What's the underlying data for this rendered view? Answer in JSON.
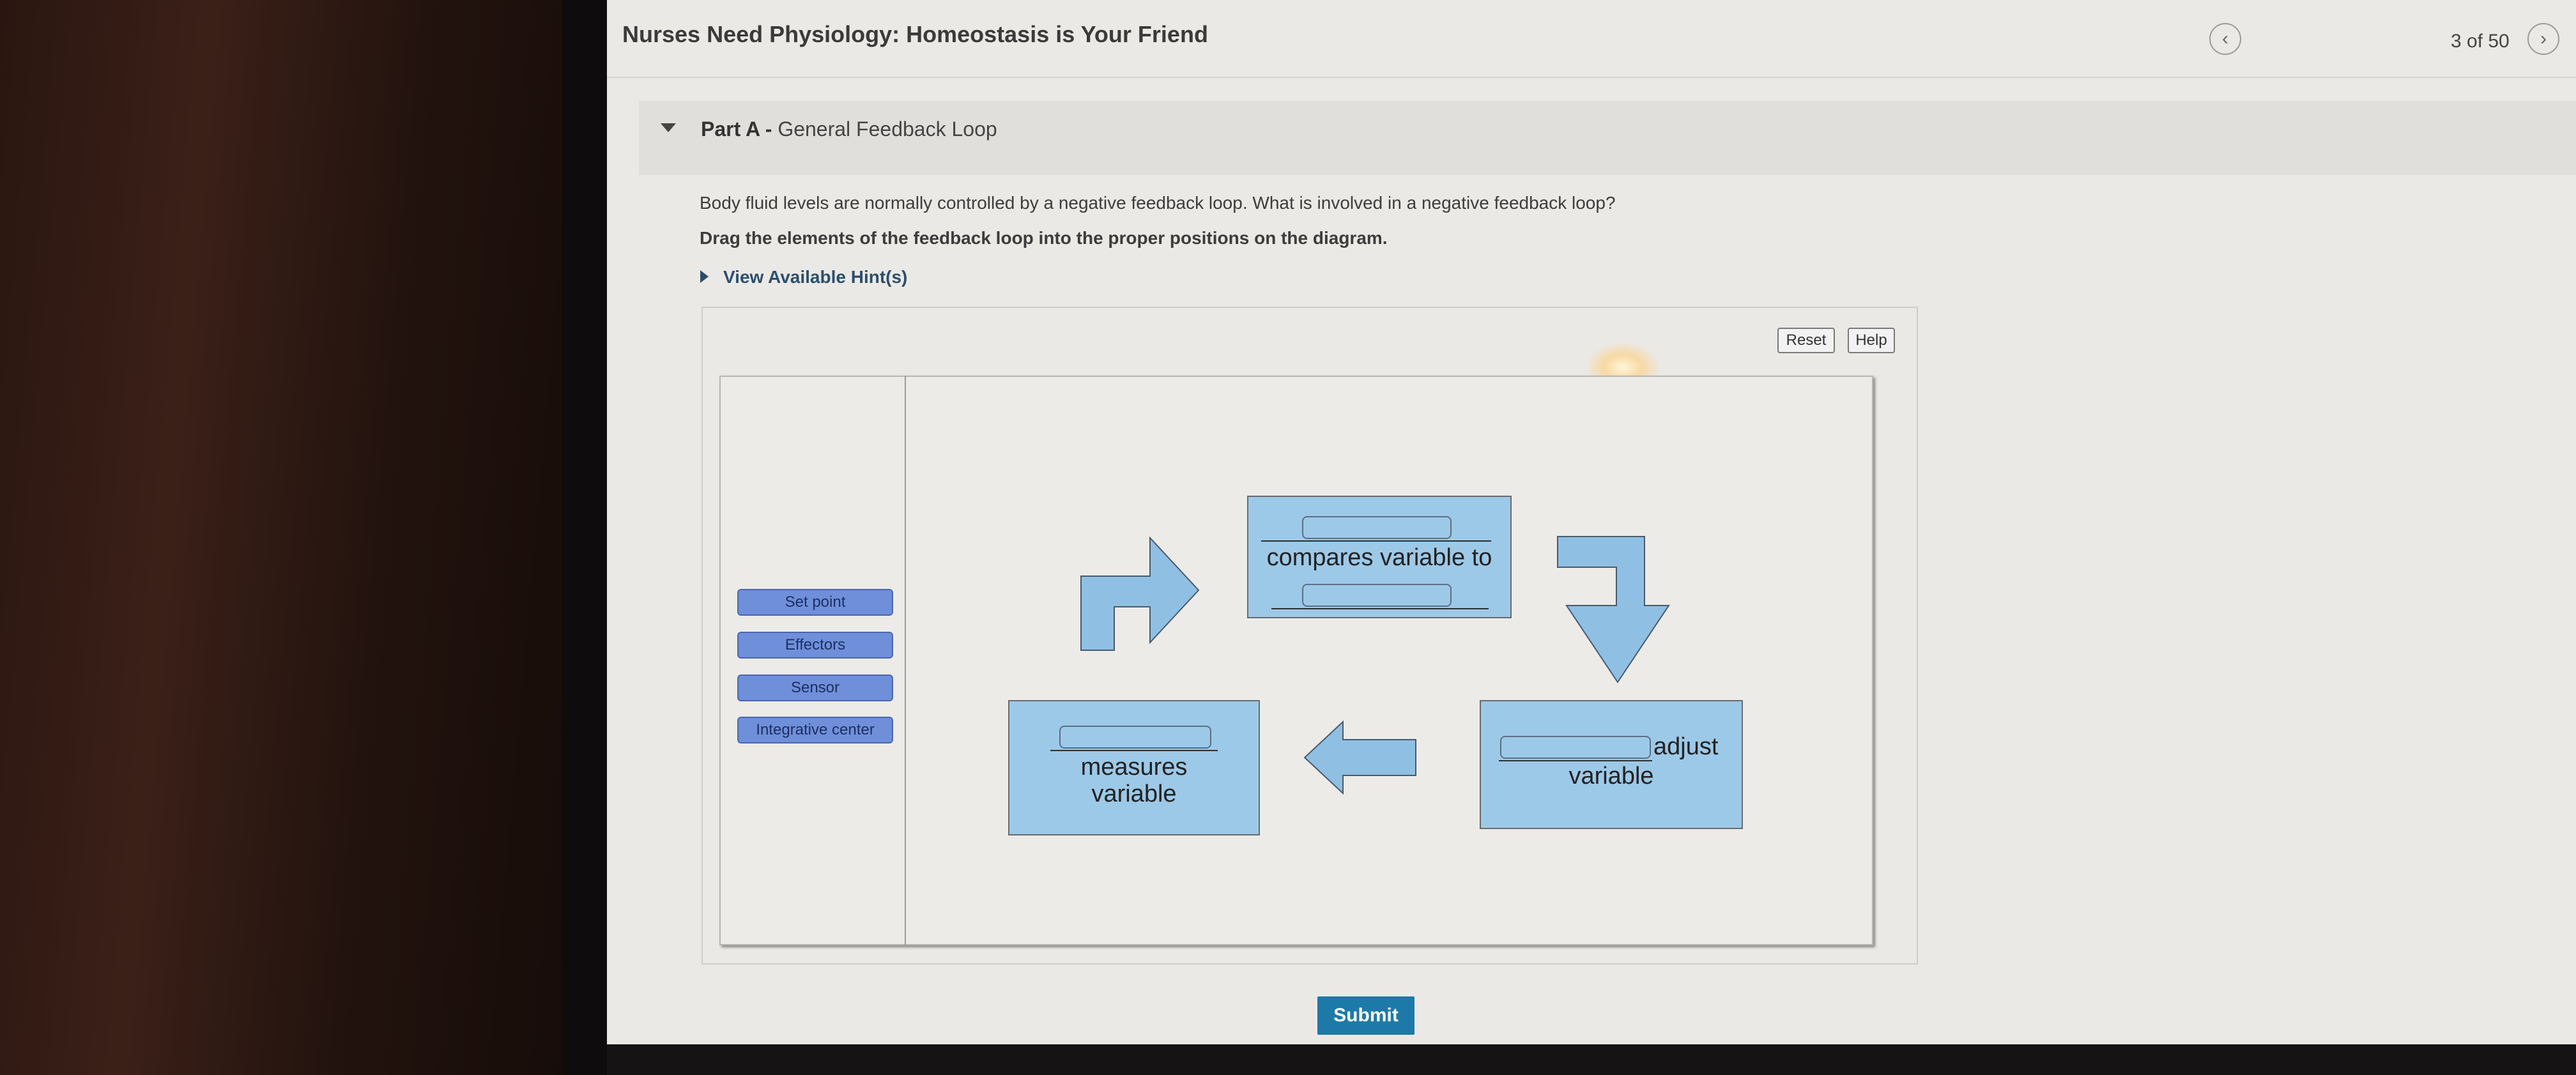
{
  "header": {
    "title": "Nurses Need Physiology: Homeostasis is Your Friend",
    "page_count": "3 of 50",
    "prev_icon": "chevron-left-icon",
    "next_icon": "chevron-right-icon"
  },
  "part": {
    "label": "Part A -",
    "name": "General Feedback Loop"
  },
  "question": {
    "text": "Body fluid levels are normally controlled by a negative feedback loop. What is involved in a negative feedback loop?",
    "instruction": "Drag the elements of the feedback loop into the proper positions on the diagram.",
    "hint_label": "View Available Hint(s)"
  },
  "toolbar": {
    "reset_label": "Reset",
    "help_label": "Help"
  },
  "labels": [
    "Set point",
    "Effectors",
    "Sensor",
    "Integrative center"
  ],
  "diagram": {
    "top_box_text": "compares variable to",
    "right_box_text_1": "adjust",
    "right_box_text_2": "variable",
    "left_box_text_1": "measures",
    "left_box_text_2": "variable"
  },
  "submit_label": "Submit",
  "colors": {
    "box_fill": "#9dc9e8",
    "chip_fill": "#6f8fdb",
    "submit": "#1d7aa8",
    "arrow": "#8fc0e4"
  }
}
